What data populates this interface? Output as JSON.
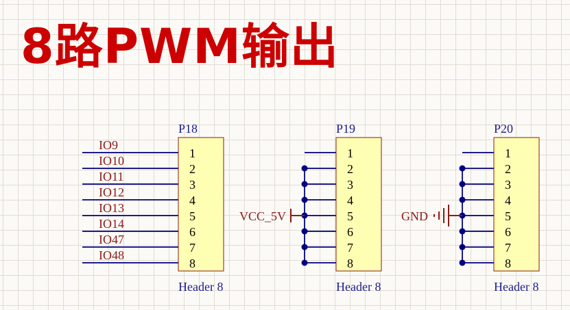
{
  "title": "8路PWM输出",
  "colors": {
    "title": "#cc0000",
    "wire": "#1c1c8c",
    "body_fill": "#ffffb4",
    "body_stroke": "#8b1a1a",
    "net_label": "#8b1a1a",
    "designator": "#1c1c8c",
    "junction": "#000080",
    "grid": "#e2ddd4"
  },
  "headers": [
    {
      "designator": "P18",
      "comment": "Header 8",
      "pins": [
        "1",
        "2",
        "3",
        "4",
        "5",
        "6",
        "7",
        "8"
      ],
      "nets": [
        "IO9",
        "IO10",
        "IO11",
        "IO12",
        "IO13",
        "IO14",
        "IO47",
        "IO48"
      ]
    },
    {
      "designator": "P19",
      "comment": "Header 8",
      "pins": [
        "1",
        "2",
        "3",
        "4",
        "5",
        "6",
        "7",
        "8"
      ],
      "power_port": "VCC_5V"
    },
    {
      "designator": "P20",
      "comment": "Header 8",
      "pins": [
        "1",
        "2",
        "3",
        "4",
        "5",
        "6",
        "7",
        "8"
      ],
      "power_port": "GND"
    }
  ]
}
